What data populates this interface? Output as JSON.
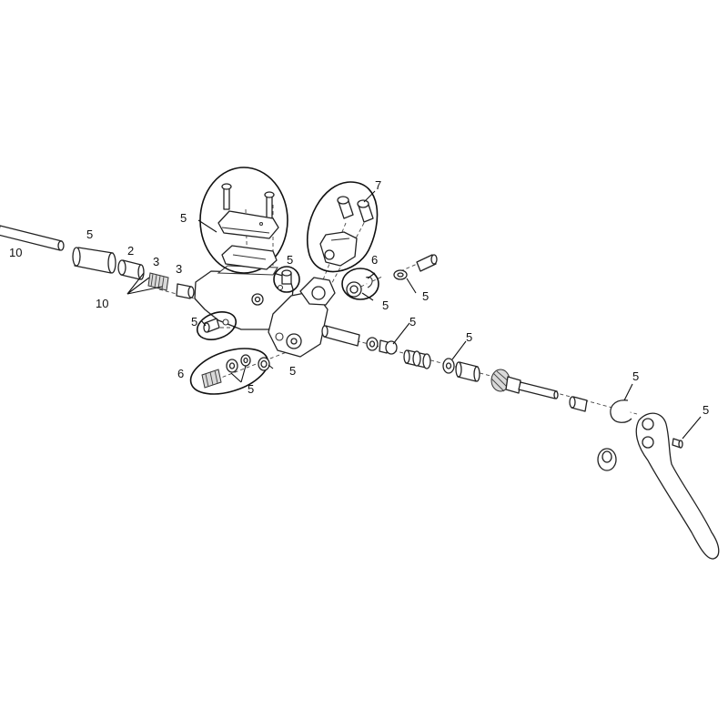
{
  "diagram": {
    "callouts": {
      "hose": "10",
      "hose_cover": "5",
      "barb": "2",
      "olive": "3",
      "olive_b": "3",
      "fitting_group": "10",
      "reservoir_cap": "5",
      "clamp_kit": "7",
      "bleed_port": "5",
      "reach_adjust": "6",
      "reach_washer": "5",
      "bleed_screw_kit": "6",
      "bleed_screw_parts": "5",
      "pivot_bushing": "5",
      "pivot_bolt": "5",
      "piston_seal": "5",
      "pushrod_washer": "5",
      "lever_clip": "5",
      "lever_pin": "5",
      "set_screw": "5"
    }
  }
}
